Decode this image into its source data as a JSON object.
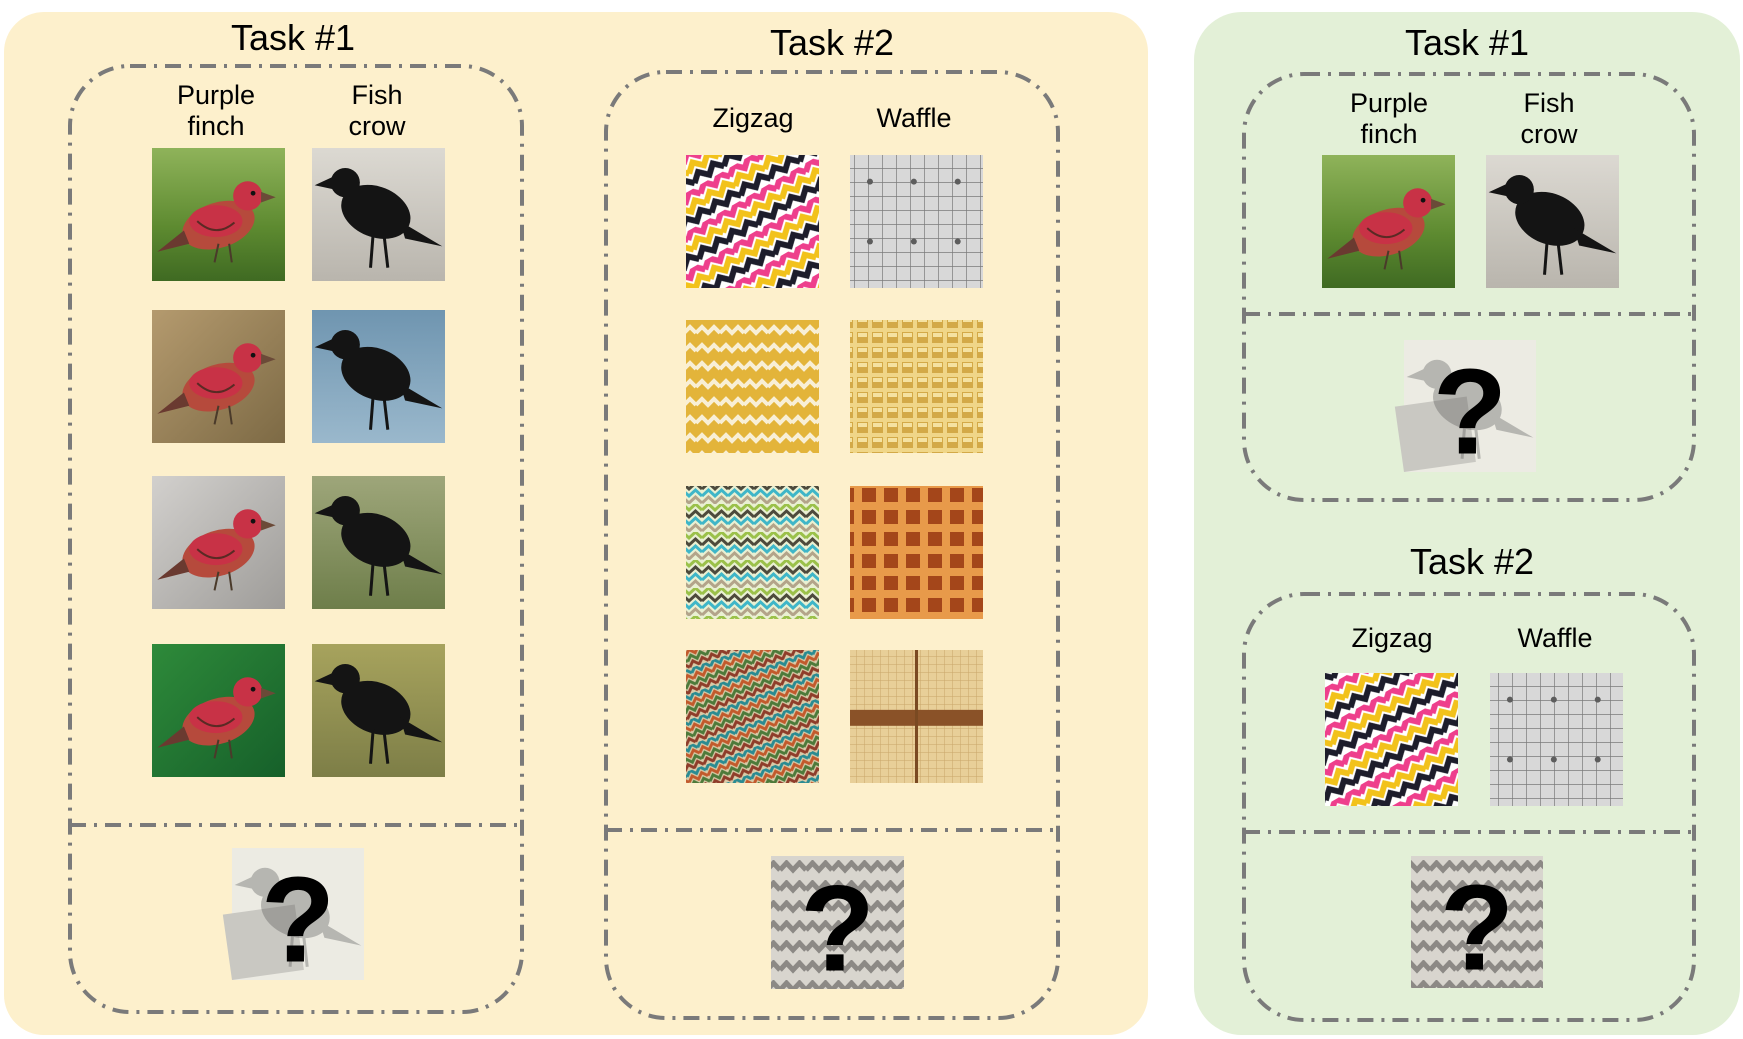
{
  "panels": {
    "left": {
      "background": "#fdf0cc",
      "tasks": [
        {
          "title": "Task #1",
          "class_labels": [
            "Purple\nfinch",
            "Fish\ncrow"
          ],
          "support_columns": [
            [
              "finch",
              "finch",
              "finch",
              "finch"
            ],
            [
              "crow",
              "crow",
              "crow",
              "crow"
            ]
          ],
          "query": {
            "kind": "crow",
            "mark": "?"
          }
        },
        {
          "title": "Task #2",
          "class_labels": [
            "Zigzag",
            "Waffle"
          ],
          "support_columns": [
            [
              "zigzag-colorful",
              "zigzag-yellow",
              "zigzag-green",
              "zigzag-multi"
            ],
            [
              "waffle-grid",
              "waffle-yellow",
              "waffle-brown",
              "waffle-wafer"
            ]
          ],
          "query": {
            "kind": "zigzag-gray",
            "mark": "?"
          }
        }
      ]
    },
    "right": {
      "background": "#e3f0d7",
      "tasks": [
        {
          "title": "Task #1",
          "class_labels": [
            "Purple\nfinch",
            "Fish\ncrow"
          ],
          "support_columns": [
            [
              "finch"
            ],
            [
              "crow"
            ]
          ],
          "query": {
            "kind": "crow",
            "mark": "?"
          }
        },
        {
          "title": "Task #2",
          "class_labels": [
            "Zigzag",
            "Waffle"
          ],
          "support_columns": [
            [
              "zigzag-colorful"
            ],
            [
              "waffle-grid"
            ]
          ],
          "query": {
            "kind": "zigzag-gray",
            "mark": "?"
          }
        }
      ]
    }
  },
  "colors": {
    "dash": "#7a7a7a",
    "finch_red": "#c83246",
    "crow": "#141414",
    "zigzag_pink": "#ee3f8c",
    "zigzag_yellow": "#f2c21b",
    "waffle": "#e3c169",
    "waffle_brown": "#b85a22"
  }
}
